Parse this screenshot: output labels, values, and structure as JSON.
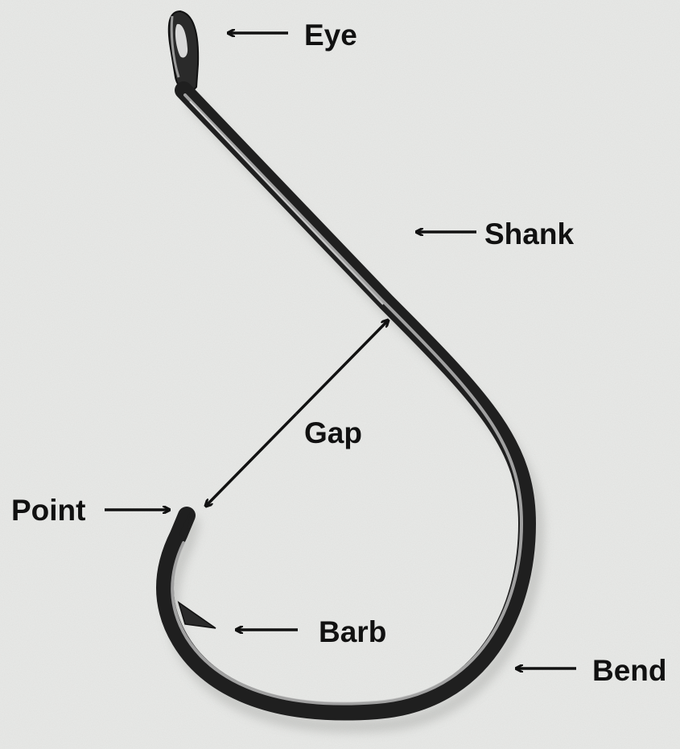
{
  "labels": {
    "eye": "Eye",
    "shank": "Shank",
    "gap": "Gap",
    "point": "Point",
    "barb": "Barb",
    "bend": "Bend"
  },
  "colors": {
    "background": "#e9eae8",
    "hook_dark": "#1f1f1f",
    "hook_highlight": "#b9b9b9",
    "label": "#111111",
    "arrow": "#111111"
  }
}
